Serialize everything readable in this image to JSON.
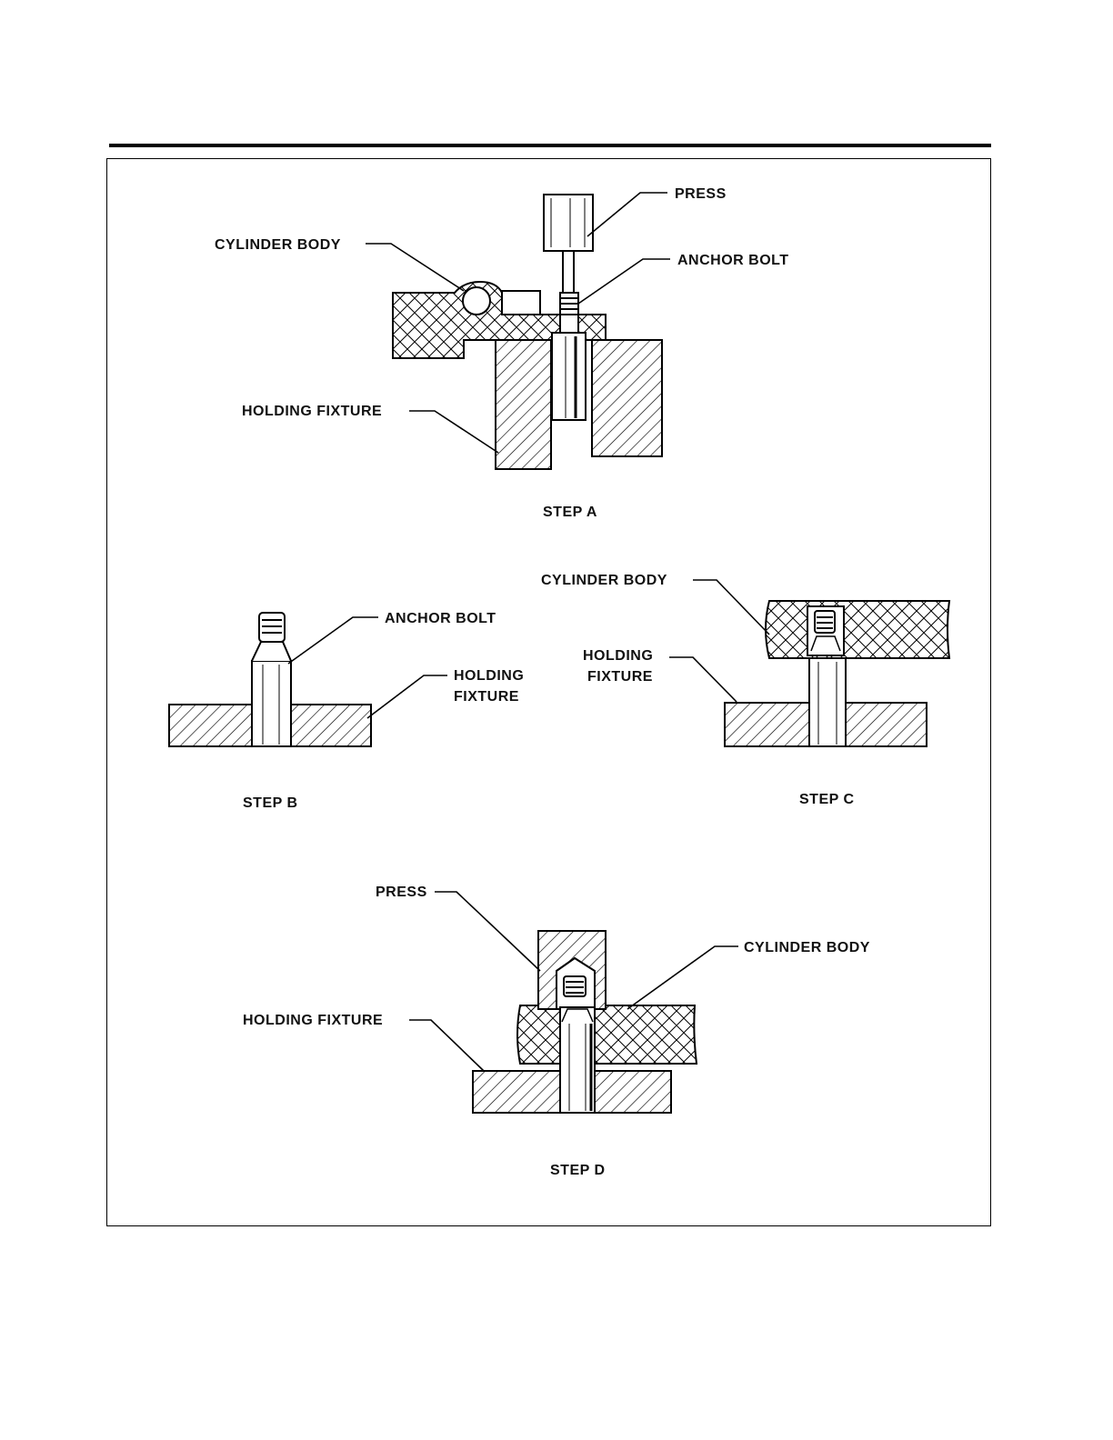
{
  "figure": {
    "step_a": {
      "caption": "STEP A",
      "labels": {
        "press": "PRESS",
        "cylinder_body": "CYLINDER BODY",
        "anchor_bolt": "ANCHOR BOLT",
        "holding_fixture": "HOLDING FIXTURE"
      }
    },
    "step_b": {
      "caption": "STEP B",
      "labels": {
        "anchor_bolt": "ANCHOR BOLT",
        "holding_line1": "HOLDING",
        "holding_line2": "FIXTURE"
      }
    },
    "step_c": {
      "caption": "STEP C",
      "labels": {
        "cylinder_body": "CYLINDER BODY",
        "holding_line1": "HOLDING",
        "holding_line2": "FIXTURE"
      }
    },
    "step_d": {
      "caption": "STEP D",
      "labels": {
        "press": "PRESS",
        "cylinder_body": "CYLINDER BODY",
        "holding_fixture": "HOLDING FIXTURE"
      }
    }
  }
}
